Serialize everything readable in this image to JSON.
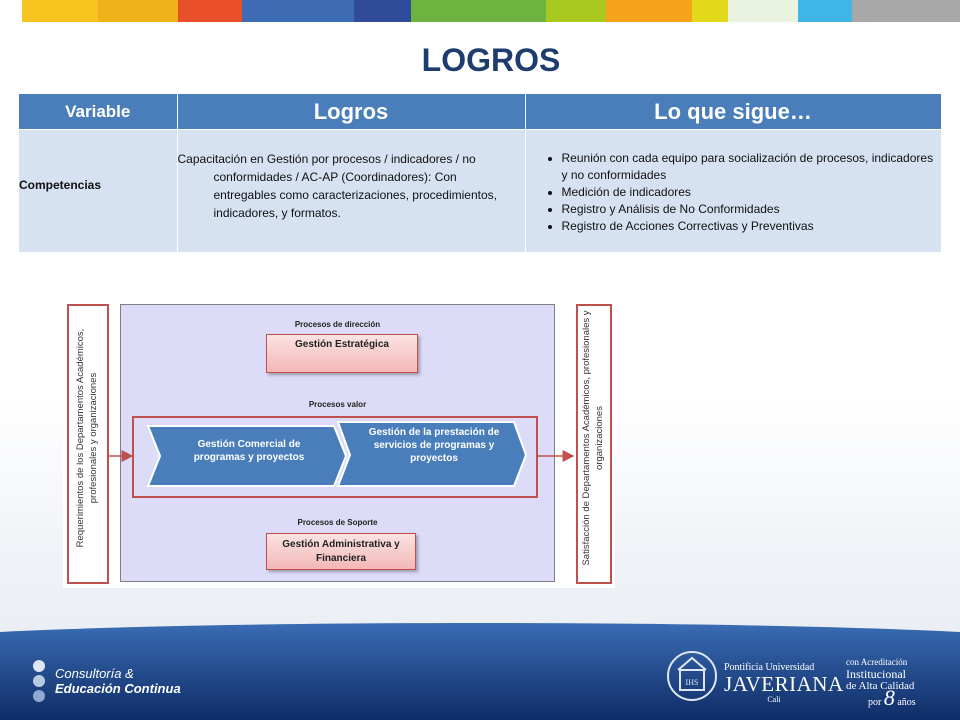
{
  "strip_colors": [
    "#ffffff",
    "#f9c31f",
    "#f0b21b",
    "#e9502a",
    "#3e6cb4",
    "#2f4b9a",
    "#6cb33f",
    "#76b82a",
    "#a8c81f",
    "#f7a21b",
    "#e2d91a",
    "#eaf2e0",
    "#3fb5e8",
    "#a8a8a8"
  ],
  "title": "LOGROS",
  "table": {
    "headers": [
      "Variable",
      "Logros",
      "Lo que sigue…"
    ],
    "row": {
      "variable": "Competencias",
      "achievement_line1": "Capacitación en Gestión por procesos / indicadores / no",
      "achievement_rest": "conformidades / AC-AP (Coordinadores): Con entregables como caracterizaciones, procedimientos, indicadores, y formatos.",
      "next_items": [
        "Reunión con cada equipo para socialización de procesos, indicadores y no conformidades",
        "Medición de indicadores",
        "Registro y Análisis de No Conformidades",
        "Registro de Acciones Correctivas y Preventivas"
      ]
    }
  },
  "diagram": {
    "left_label": "Requerimientos de los Departamentos Académicos, profesionales y organizaciones",
    "right_label": "Satisfacción de Departamentos Académicos, profesionales y organizaciones",
    "direction_title": "Procesos de dirección",
    "direction_box": "Gestión Estratégica",
    "value_title": "Procesos valor",
    "chevron1": "Gestión  Comercial de programas y proyectos",
    "chevron2": "Gestión de la prestación de servicios de programas y proyectos",
    "support_title": "Procesos de Soporte",
    "support_box": "Gestión Administrativa y Financiera"
  },
  "footer": {
    "left_logo_line1": "Consultoría &",
    "left_logo_line2": "Educación Continua",
    "univ_line1": "Pontificia Universidad",
    "univ_line2": "JAVERIANA",
    "univ_line3": "Cali",
    "accr_line1": "con Acreditación",
    "accr_line2": "Institucional",
    "accr_line3": "de Alta Calidad",
    "accr_line4": "por",
    "accr_years": "8",
    "accr_line5": "años"
  }
}
